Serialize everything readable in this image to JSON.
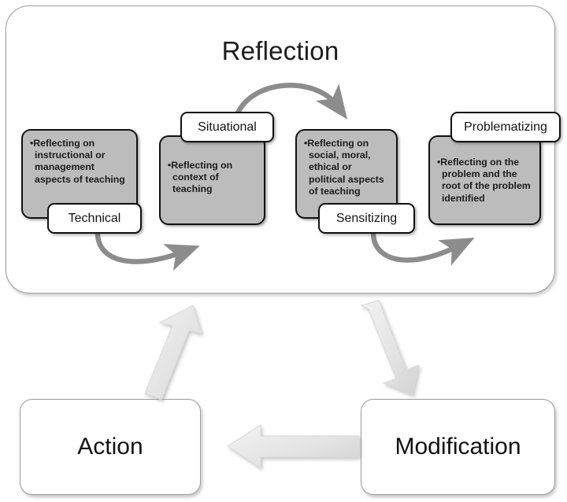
{
  "diagram": {
    "title": "Reflection",
    "panel_label": "reflection-panel",
    "colors": {
      "gray_box_fill": "#bcbcbc",
      "box_border": "#111111",
      "panel_border": "#9d9d9d",
      "block_arrow_fill": "#e6e6e6",
      "curved_arrow": "#8c8c8c",
      "text": "#141414"
    },
    "levels": [
      {
        "name": "technical",
        "label": "Technical",
        "description": "•Reflecting on instructional or management aspects of teaching"
      },
      {
        "name": "situational",
        "label": "Situational",
        "description": "•Reflecting on context of teaching"
      },
      {
        "name": "sensitizing",
        "label": "Sensitizing",
        "description": "•Reflecting on social, moral, ethical or political aspects of teaching"
      },
      {
        "name": "problematizing",
        "label": "Problematizing",
        "description": "•Reflecting on the problem and the root of the problem identified"
      }
    ],
    "stages": [
      {
        "name": "action",
        "label": "Action"
      },
      {
        "name": "modification",
        "label": "Modification"
      }
    ],
    "arrows": [
      {
        "name": "technical-to-situational",
        "style": "curved",
        "direction": "up-right"
      },
      {
        "name": "situational-to-sensitizing",
        "style": "curved-arc",
        "direction": "right-down"
      },
      {
        "name": "sensitizing-to-problematizing",
        "style": "curved",
        "direction": "up-right"
      },
      {
        "name": "reflection-to-modification",
        "style": "block",
        "direction": "down-right"
      },
      {
        "name": "modification-to-action",
        "style": "block",
        "direction": "left"
      },
      {
        "name": "action-to-reflection",
        "style": "block",
        "direction": "up-right"
      }
    ]
  }
}
